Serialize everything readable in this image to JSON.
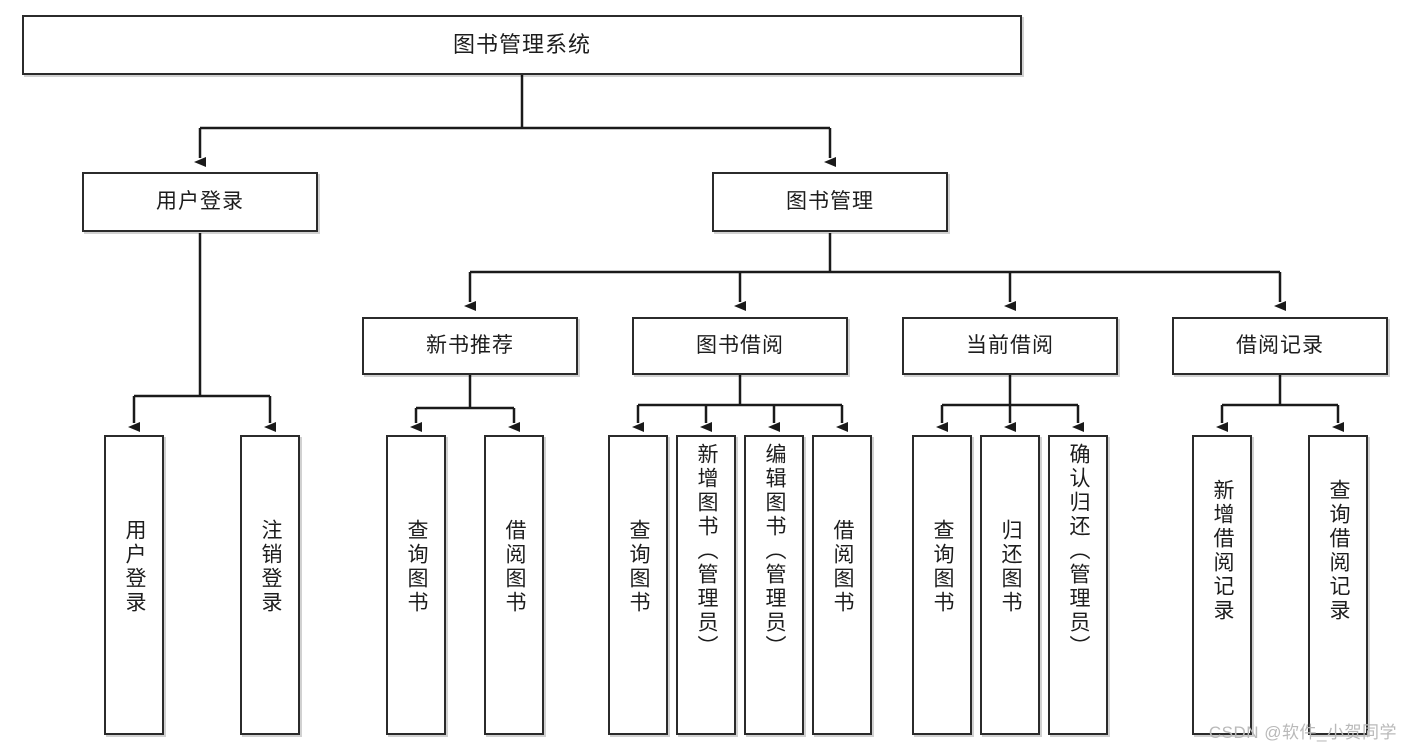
{
  "diagram": {
    "title": "图书管理系统",
    "type": "hierarchy-tree",
    "watermark": "CSDN @软件_小贺同学",
    "colors": {
      "box_border": "#2b2b2b",
      "box_fill": "#ffffff",
      "connector": "#1a1a1a",
      "watermark": "#b9b9b9",
      "background": "#ffffff"
    },
    "levels": [
      {
        "level": 1,
        "nodes": [
          {
            "id": "root",
            "label": "图书管理系统",
            "orientation": "horizontal"
          }
        ]
      },
      {
        "level": 2,
        "nodes": [
          {
            "id": "user-login",
            "label": "用户登录",
            "orientation": "horizontal"
          },
          {
            "id": "book-manage",
            "label": "图书管理",
            "orientation": "horizontal"
          }
        ]
      },
      {
        "level": 3,
        "nodes": [
          {
            "id": "new-book-recommend",
            "label": "新书推荐",
            "orientation": "horizontal"
          },
          {
            "id": "book-borrow",
            "label": "图书借阅",
            "orientation": "horizontal"
          },
          {
            "id": "current-borrow",
            "label": "当前借阅",
            "orientation": "horizontal"
          },
          {
            "id": "borrow-record",
            "label": "借阅记录",
            "orientation": "horizontal"
          }
        ]
      },
      {
        "level": 4,
        "nodes": [
          {
            "id": "leaf-user-login",
            "label": "用户登录",
            "orientation": "vertical",
            "parent": "user-login"
          },
          {
            "id": "leaf-logout",
            "label": "注销登录",
            "orientation": "vertical",
            "parent": "user-login"
          },
          {
            "id": "leaf-query-book-1",
            "label": "查询图书",
            "orientation": "vertical",
            "parent": "new-book-recommend"
          },
          {
            "id": "leaf-borrow-book-1",
            "label": "借阅图书",
            "orientation": "vertical",
            "parent": "new-book-recommend"
          },
          {
            "id": "leaf-query-book-2",
            "label": "查询图书",
            "orientation": "vertical",
            "parent": "book-borrow"
          },
          {
            "id": "leaf-add-book",
            "label": "新增图书（管理员）",
            "orientation": "vertical",
            "parent": "book-borrow"
          },
          {
            "id": "leaf-edit-book",
            "label": "编辑图书（管理员）",
            "orientation": "vertical",
            "parent": "book-borrow"
          },
          {
            "id": "leaf-borrow-book-2",
            "label": "借阅图书",
            "orientation": "vertical",
            "parent": "book-borrow"
          },
          {
            "id": "leaf-query-book-3",
            "label": "查询图书",
            "orientation": "vertical",
            "parent": "current-borrow"
          },
          {
            "id": "leaf-return-book",
            "label": "归还图书",
            "orientation": "vertical",
            "parent": "current-borrow"
          },
          {
            "id": "leaf-confirm-return",
            "label": "确认归还（管理员）",
            "orientation": "vertical",
            "parent": "current-borrow"
          },
          {
            "id": "leaf-add-record",
            "label": "新增借阅记录",
            "orientation": "vertical",
            "parent": "borrow-record"
          },
          {
            "id": "leaf-query-record",
            "label": "查询借阅记录",
            "orientation": "vertical",
            "parent": "borrow-record"
          }
        ]
      }
    ]
  }
}
